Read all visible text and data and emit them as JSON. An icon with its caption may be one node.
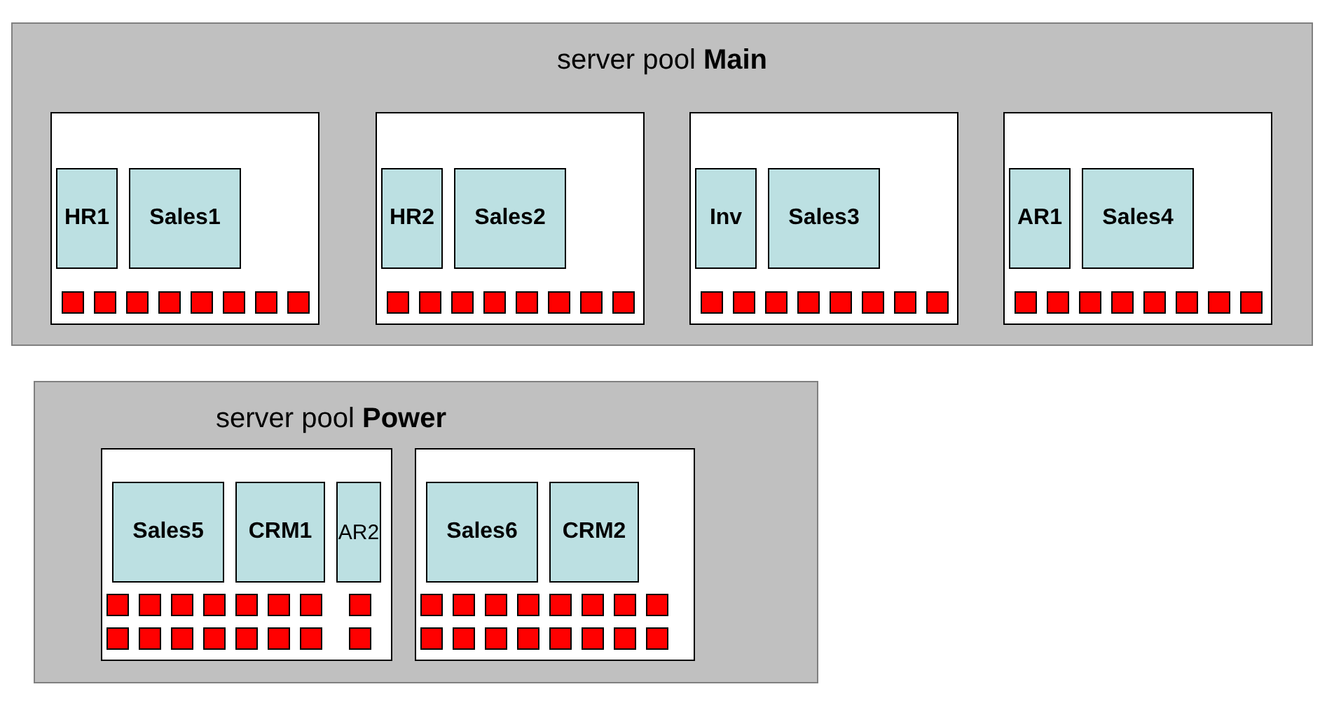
{
  "diagram": {
    "nodes": [
      {
        "text": [
          "server pool **Main**"
        ]
      },
      {
        "text": [],
        "shape": "box",
        "in": 0
      },
      {
        "text": [
          "HR1"
        ],
        "in": 1
      },
      {
        "text": [
          "Sales1"
        ],
        "in": 1
      },
      {
        "text": [],
        "shape": "box",
        "in": 0
      },
      {
        "text": [
          "HR2"
        ],
        "in": 4
      },
      {
        "text": [
          "Sales2"
        ],
        "in": 4
      },
      {
        "text": [],
        "shape": "box",
        "in": 0
      },
      {
        "text": [
          "Inv"
        ],
        "in": 7
      },
      {
        "text": [
          "Sales3"
        ],
        "in": 7
      },
      {
        "text": [],
        "shape": "box",
        "in": 0
      },
      {
        "text": [
          "AR1"
        ],
        "in": 10
      },
      {
        "text": [
          "Sales4"
        ],
        "in": 10
      },
      {
        "text": [
          "server pool **Power**"
        ]
      },
      {
        "text": [],
        "shape": "box",
        "in": 13
      },
      {
        "text": [
          "Sales5"
        ],
        "in": 14
      },
      {
        "text": [
          "CRM1"
        ],
        "in": 14
      },
      {
        "text": [
          "AR2"
        ],
        "in": 14
      },
      {
        "text": [],
        "shape": "box",
        "in": 13
      },
      {
        "text": [
          "Sales6"
        ],
        "in": 18
      },
      {
        "text": [
          "CRM2"
        ],
        "in": 18
      }
    ]
  }
}
